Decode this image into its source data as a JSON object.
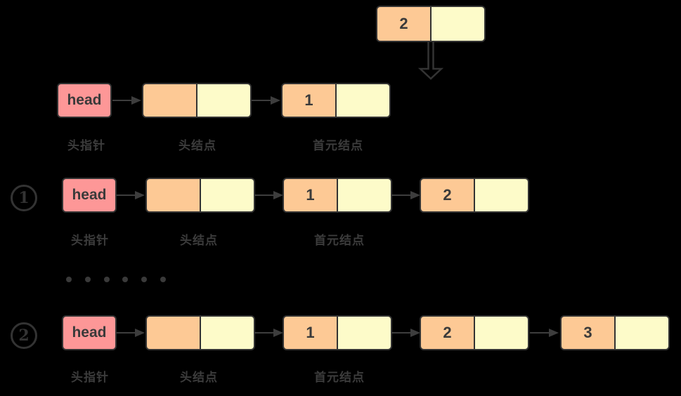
{
  "colors": {
    "background": "#000000",
    "head-fill": "#fd9797",
    "data-fill": "#fdc995",
    "pointer-fill": "#fdfbc9",
    "border": "#333333",
    "box-text": "#3a3a3a",
    "label-text": "#3c3c3c",
    "arrow": "#3d3d3d",
    "dot": "#3a3a3a"
  },
  "floating": {
    "node_value": "2"
  },
  "rows": [
    {
      "marker": "",
      "pointer_label": "head",
      "nodes": [
        "",
        "1"
      ],
      "captions": [
        "头指针",
        "头结点",
        "首元结点"
      ]
    },
    {
      "marker": "1",
      "pointer_label": "head",
      "nodes": [
        "",
        "1",
        "2"
      ],
      "captions": [
        "头指针",
        "头结点",
        "首元结点"
      ]
    },
    {
      "marker": "2",
      "pointer_label": "head",
      "nodes": [
        "",
        "1",
        "2",
        "3"
      ],
      "captions": [
        "头指针",
        "头结点",
        "首元结点"
      ]
    }
  ],
  "ellipsis_dots": 6
}
